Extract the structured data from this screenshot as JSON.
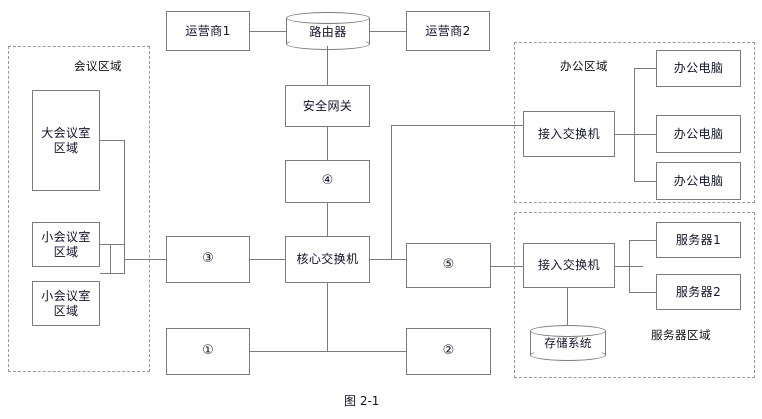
{
  "figure": {
    "caption": "图 2-1",
    "type": "network-topology-diagram"
  },
  "zones": {
    "conference": {
      "label": "会议区域"
    },
    "office": {
      "label": "办公区域"
    },
    "server": {
      "label": "服务器区域"
    }
  },
  "nodes": {
    "isp1": {
      "label": "运营商1"
    },
    "isp2": {
      "label": "运营商2"
    },
    "router": {
      "label": "路由器"
    },
    "security_gateway": {
      "label": "安全网关"
    },
    "blank4": {
      "label": "④"
    },
    "core_switch": {
      "label": "核心交换机"
    },
    "blank3": {
      "label": "③"
    },
    "blank5": {
      "label": "⑤"
    },
    "blank1": {
      "label": "①"
    },
    "blank2": {
      "label": "②"
    },
    "big_meeting_room": {
      "line1": "大会议室",
      "line2": "区域"
    },
    "small_meeting_room_1": {
      "line1": "小会议室",
      "line2": "区域"
    },
    "small_meeting_room_2": {
      "line1": "小会议室",
      "line2": "区域"
    },
    "office_access_switch": {
      "label": "接入交换机"
    },
    "office_pc_1": {
      "label": "办公电脑"
    },
    "office_pc_2": {
      "label": "办公电脑"
    },
    "office_pc_3": {
      "label": "办公电脑"
    },
    "server_access_switch": {
      "label": "接入交换机"
    },
    "server_1": {
      "label": "服务器1"
    },
    "server_2": {
      "label": "服务器2"
    },
    "storage_system": {
      "label": "存储系统"
    }
  },
  "colors": {
    "line": "#7b7b7b",
    "zone_border": "#9a9a9a",
    "text": "#12122a",
    "background": "#ffffff"
  }
}
